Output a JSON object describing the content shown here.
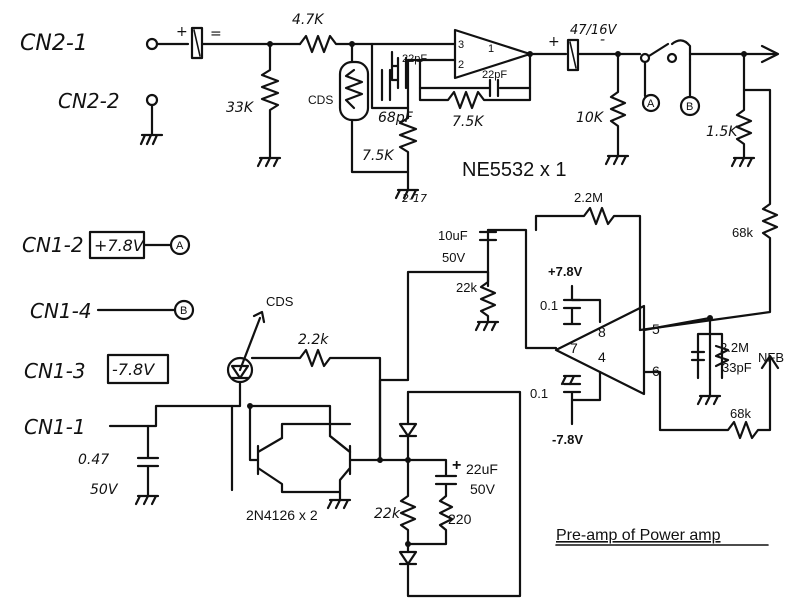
{
  "connectors": {
    "cn2_1": "CN2-1",
    "cn2_2": "CN2-2",
    "cn1_2": "CN1-2",
    "cn1_4": "CN1-4",
    "cn1_3": "CN1-3",
    "cn1_1": "CN1-1"
  },
  "rails": {
    "plus_box": "+7.8V",
    "minus_box": "-7.8V",
    "plus_label": "+7.8V",
    "minus_label": "-7.8V"
  },
  "nodes": {
    "a": "A",
    "b": "B"
  },
  "stage1": {
    "in_cap_plus": "+",
    "in_cap_minus": "=",
    "r_series": "4.7K",
    "r_shunt": "33K",
    "cds": "CDS",
    "c_comp": "22pF",
    "c_cds": "68pF",
    "r_cds": "7.5K",
    "opamp_pin3": "3",
    "opamp_pin2": "2",
    "opamp_pin1": "1",
    "c_fb": "22pF",
    "r_fb": "7.5K",
    "ic_label": "NE5532 x 1",
    "out_cap": "47/16V",
    "out_cap_plus": "+",
    "out_cap_minus": "-",
    "r_out": "10K",
    "r_right": "1.5K",
    "r_link": "68k",
    "gnd_mark": "2-17"
  },
  "stage2": {
    "c_in": "10uF",
    "c_in_v": "50V",
    "r_in": "22k",
    "r_fb_top": "2.2M",
    "c_plus": "0.1",
    "c_minus": "0.1",
    "pin8": "8",
    "pin7": "7",
    "pin4": "4",
    "pin5": "5",
    "pin6": "6",
    "r_bias": "2.2M",
    "c_bias": "33pF",
    "nfb": "NFB",
    "r_nfb": "68k"
  },
  "stage3": {
    "cds": "CDS",
    "r_cds": "2.2k",
    "c_in": "0.47",
    "c_in_v": "50V",
    "transistors": "2N4126 x 2",
    "r_mid": "22k",
    "c_big": "22uF",
    "c_big_v": "50V",
    "r_220": "220",
    "plus": "+"
  },
  "caption": "Pre-amp of Power amp"
}
